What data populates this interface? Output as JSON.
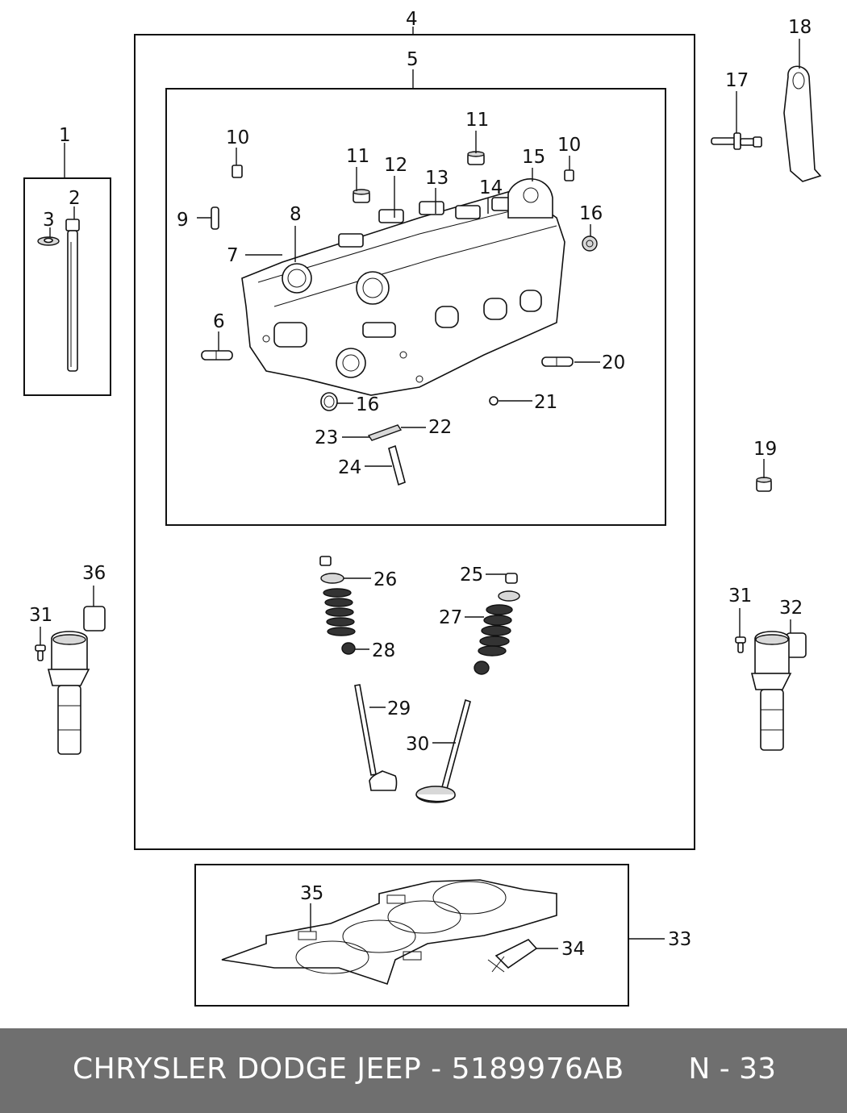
{
  "callouts": {
    "c1": "1",
    "c2": "2",
    "c3": "3",
    "c4": "4",
    "c5": "5",
    "c6": "6",
    "c7": "7",
    "c8": "8",
    "c9": "9",
    "c10a": "10",
    "c10b": "10",
    "c11a": "11",
    "c11b": "11",
    "c12": "12",
    "c13": "13",
    "c14": "14",
    "c15": "15",
    "c16a": "16",
    "c16b": "16",
    "c17": "17",
    "c18": "18",
    "c19": "19",
    "c20": "20",
    "c21": "21",
    "c22": "22",
    "c23": "23",
    "c24": "24",
    "c25": "25",
    "c26": "26",
    "c27": "27",
    "c28": "28",
    "c29": "29",
    "c30": "30",
    "c31a": "31",
    "c31b": "31",
    "c32": "32",
    "c33": "33",
    "c34": "34",
    "c35": "35",
    "c36": "36"
  },
  "footer": {
    "brand_part": "CHRYSLER DODGE JEEP - 5189976AB",
    "page": "N - 33"
  }
}
